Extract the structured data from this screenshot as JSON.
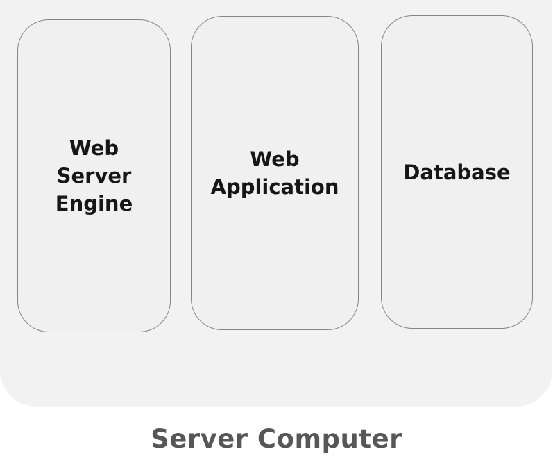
{
  "diagram": {
    "caption": "Server Computer",
    "boxes": [
      {
        "label": "Web Server Engine",
        "lines": [
          "Web",
          "Server",
          "Engine"
        ]
      },
      {
        "label": "Web Application",
        "lines": [
          "Web",
          "Application"
        ]
      },
      {
        "label": "Database",
        "lines": [
          "Database"
        ]
      }
    ],
    "colors": {
      "page_background": "#ffffff",
      "container_fill": "#f2f2f2",
      "box_fill": "#f0f0f0",
      "box_border": "#858585",
      "box_label_text": "#161616",
      "caption_text": "#57575a"
    }
  }
}
